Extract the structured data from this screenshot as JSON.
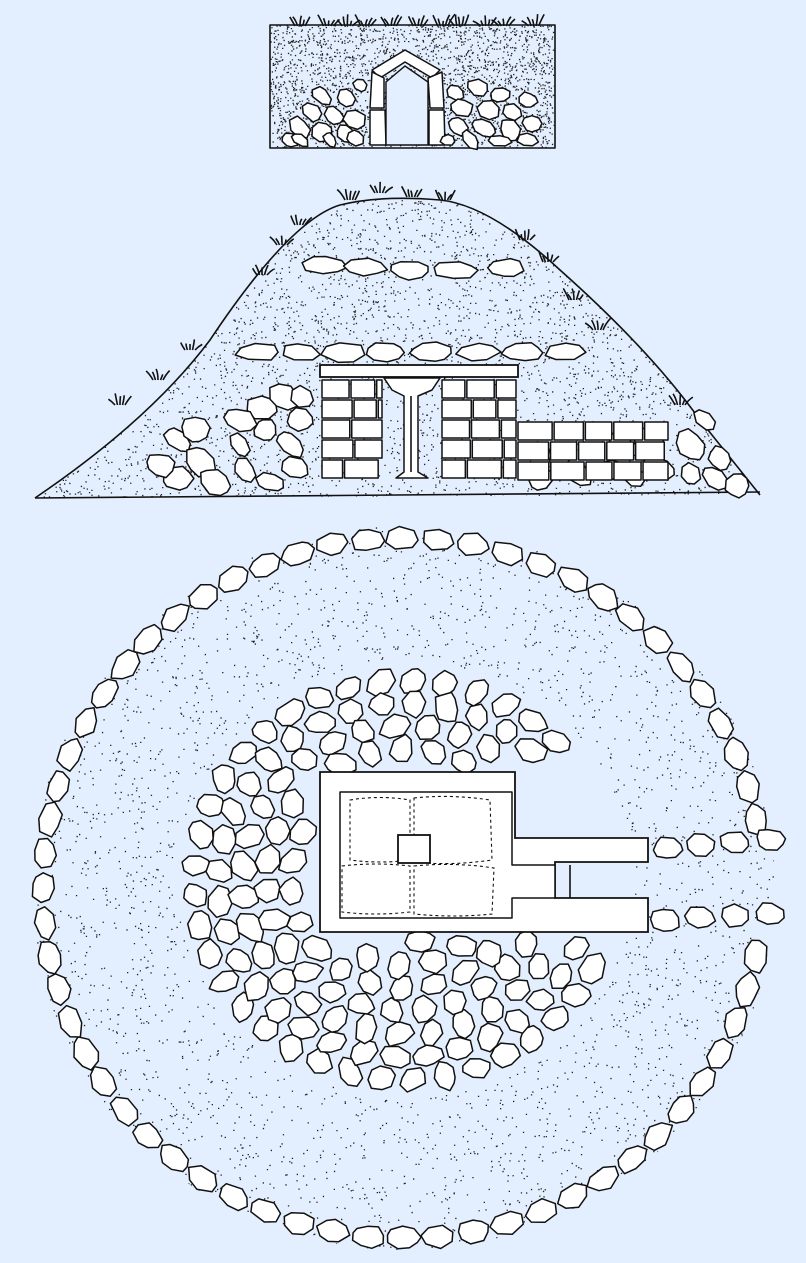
{
  "drawing": {
    "views": [
      {
        "id": "front-elevation",
        "label": ""
      },
      {
        "id": "side-elevation",
        "label": ""
      },
      {
        "id": "plan-view",
        "label": ""
      }
    ],
    "colors": {
      "background": "#e3efff",
      "ink": "#111111",
      "stone_fill": "#ffffff",
      "gravel_dots": "#222222"
    },
    "icons": [
      "grass-tuft-icon",
      "stone-icon",
      "pillar-icon"
    ]
  }
}
